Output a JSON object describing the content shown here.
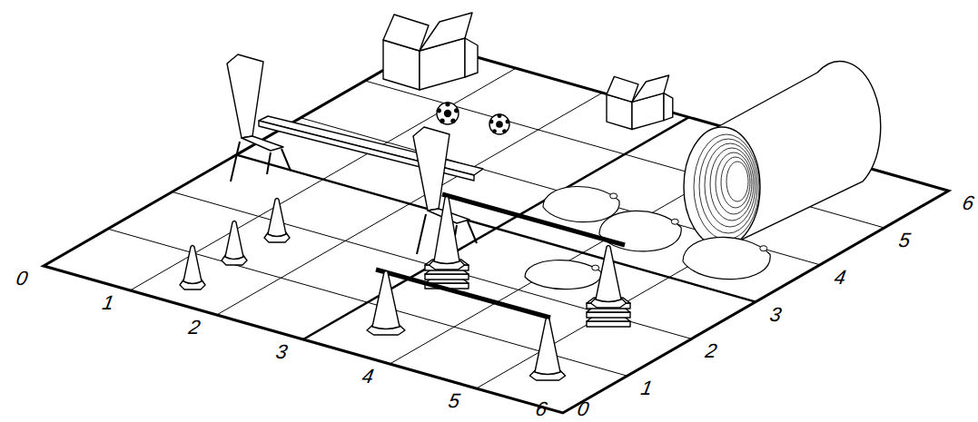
{
  "diagram": {
    "labels": [
      "0",
      "1",
      "2",
      "3",
      "4",
      "5",
      "6",
      "0",
      "1",
      "2",
      "3",
      "4",
      "5",
      "6"
    ]
  }
}
